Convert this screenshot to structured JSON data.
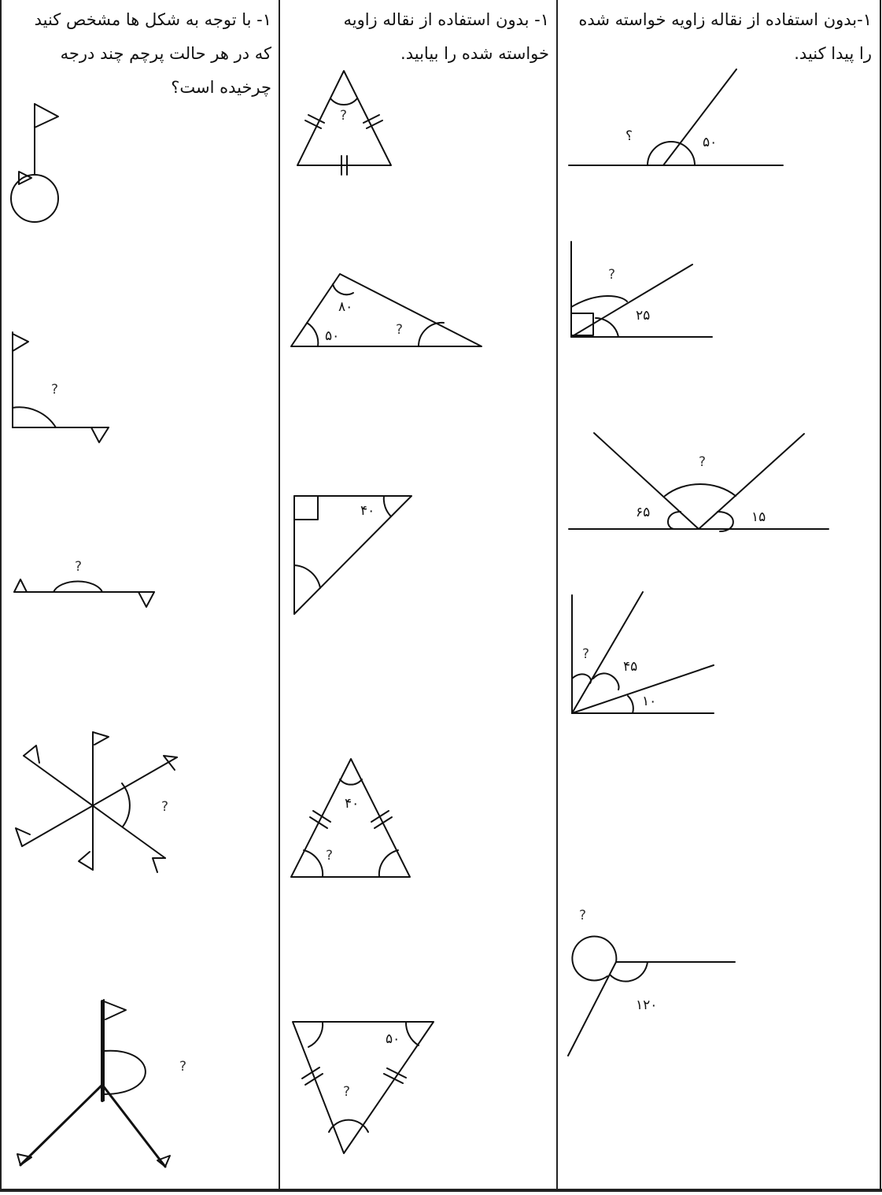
{
  "columns": {
    "left": {
      "heading": [
        "۱- با توجه به شکل ها مشخص کنید",
        "که در هر حالت پرچم چند درجه",
        "چرخیده است؟"
      ],
      "labels": {
        "q1": "?",
        "q2": "?",
        "q3": "?",
        "q4": "?"
      }
    },
    "middle": {
      "heading": [
        "۱- بدون استفاده از نقاله زاویه",
        "خواسته شده را بیابید."
      ],
      "labels": {
        "t1_q": "?",
        "t2_a": "۸۰",
        "t2_b": "۵۰",
        "t2_q": "?",
        "t3_a": "۴۰",
        "t4_a": "۴۰",
        "t4_q": "?",
        "t5_a": "۵۰",
        "t5_q": "?"
      }
    },
    "right": {
      "heading": [
        "۱-بدون استفاده از نقاله زاویه خواسته شده",
        "را پیدا کنید."
      ],
      "labels": {
        "f1_q": "؟",
        "f1_a": "۵۰",
        "f2_q": "?",
        "f2_a": "۲۵",
        "f3_q": "?",
        "f3_a": "۶۵",
        "f3_b": "۱۵",
        "f4_q": "?",
        "f4_a": "۴۵",
        "f4_b": "۱۰",
        "f5_q": "?",
        "f5_a": "۱۲۰"
      }
    }
  }
}
